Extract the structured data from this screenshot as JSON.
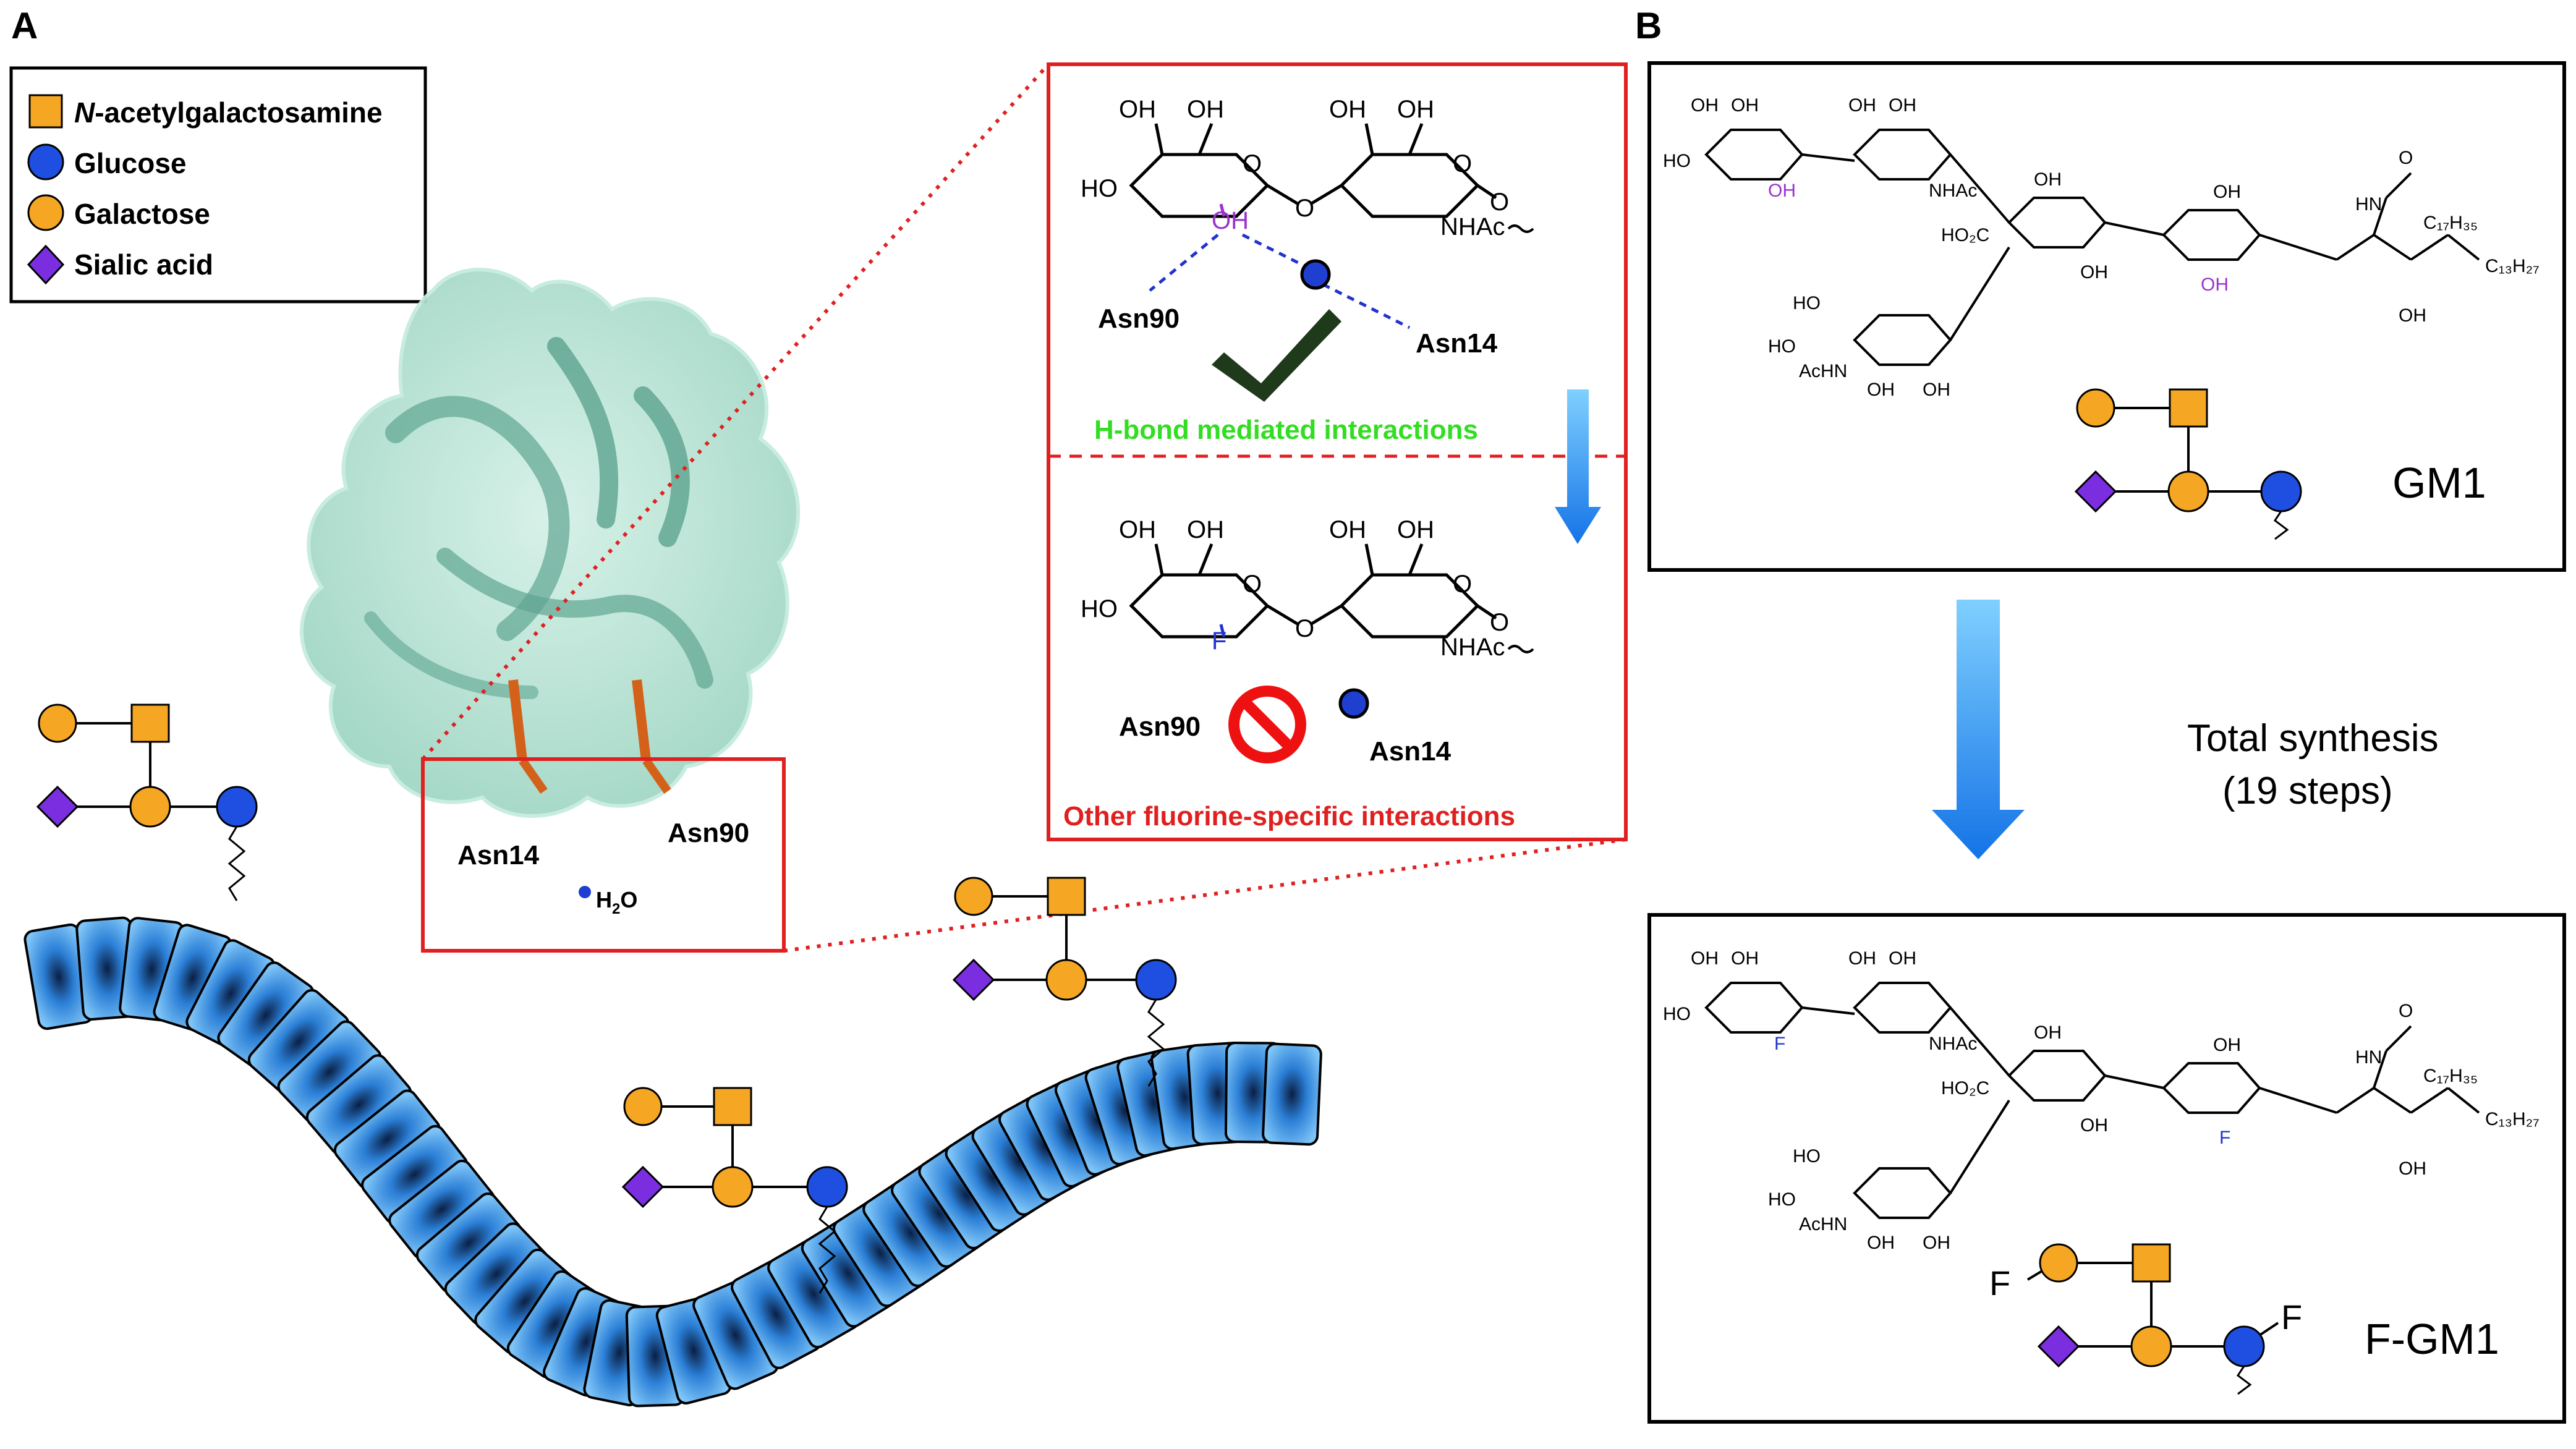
{
  "panel_a": {
    "label": "A",
    "legend": [
      {
        "name": "N-acetylgalactosamine",
        "shape": "square",
        "italic_prefix": "N",
        "rest": "-acetylgalactosamine"
      },
      {
        "name": "Glucose",
        "shape": "circle-blue"
      },
      {
        "name": "Galactose",
        "shape": "circle-yellow"
      },
      {
        "name": "Sialic acid",
        "shape": "diamond"
      }
    ],
    "protein_labels": {
      "asn14": "Asn14",
      "asn90": "Asn90",
      "water": "H",
      "water_sub": "2",
      "water_o": "O"
    },
    "inset_top": {
      "oh_labels": [
        "OH",
        "OH",
        "OH",
        "OH"
      ],
      "ho": "HO",
      "oh_mid": "OH",
      "o_link": "O",
      "nhac": "NHAc",
      "asn90": "Asn90",
      "asn14": "Asn14",
      "caption": "H-bond mediated interactions"
    },
    "inset_bottom": {
      "oh_labels": [
        "OH",
        "OH",
        "OH",
        "OH"
      ],
      "ho": "HO",
      "f": "F",
      "o_link": "O",
      "nhac": "NHAc",
      "asn90": "Asn90",
      "asn14": "Asn14",
      "caption": "Other fluorine-specific interactions"
    }
  },
  "panel_b": {
    "label": "B",
    "gm1_title": "GM1",
    "fgm1_title": "F-GM1",
    "synthesis_line1": "Total synthesis",
    "synthesis_line2": "(19 steps)",
    "structure_labels": {
      "oh": "OH",
      "ho": "HO",
      "nhac": "NHAc",
      "co2h": "HO₂C",
      "achn": "AcHN",
      "hn": "HN",
      "o": "O",
      "c17": "C₁₇H₃₅",
      "c13": "C₁₃H₂₇",
      "f": "F"
    },
    "glycan_f_label": "F"
  },
  "colors": {
    "galnac": "#f5a623",
    "glucose": "#1f4fe0",
    "galactose": "#f5a623",
    "sialic": "#7b2ee0",
    "inset_red": "#e02020",
    "hbond_green": "#33dd22",
    "fluorine_blue": "#2233cc",
    "hydroxyl_purple": "#9933cc",
    "protein": "#a8e0cf",
    "arrow_blue": "#1e90ff"
  }
}
